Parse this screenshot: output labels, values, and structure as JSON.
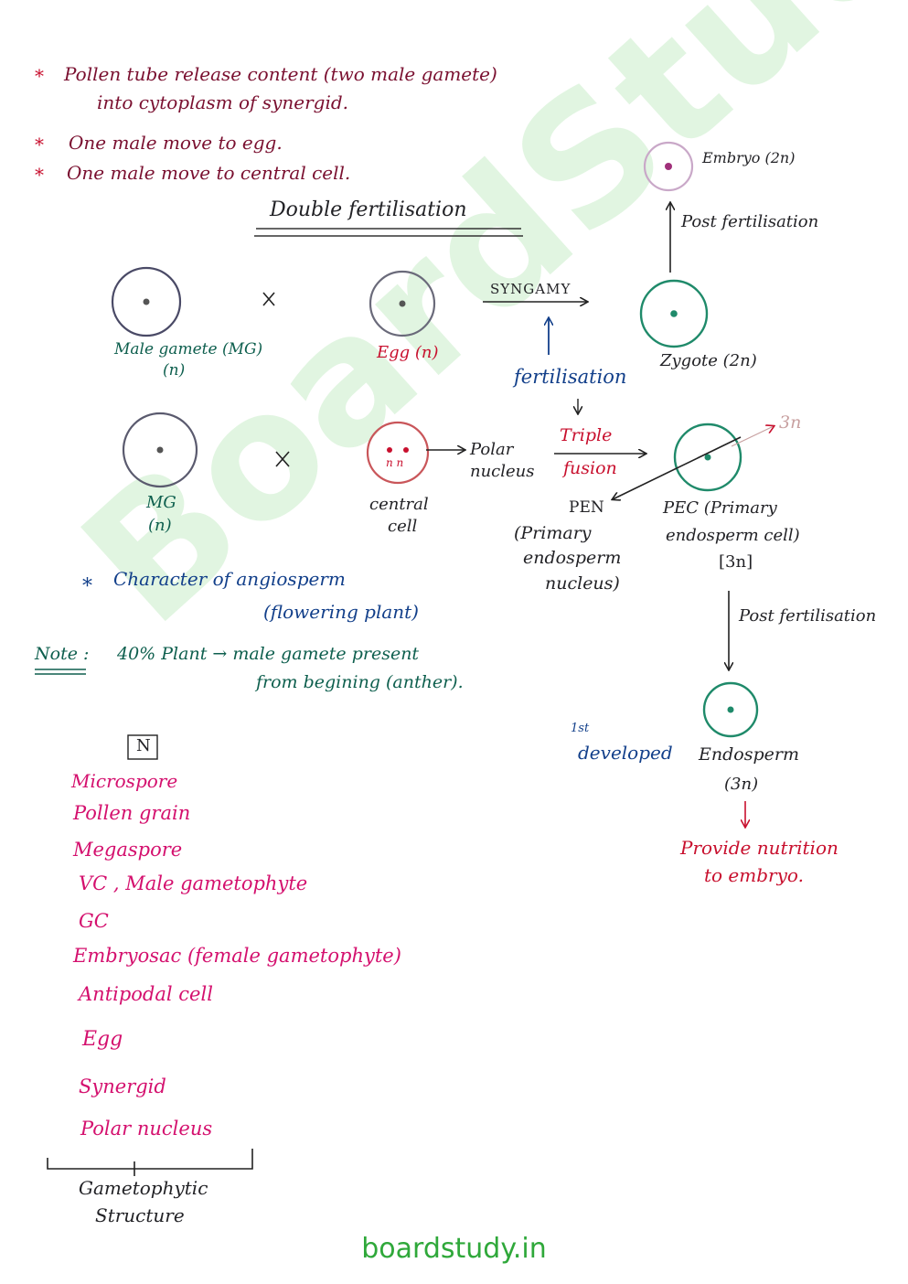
{
  "watermark": "BoardStudy",
  "footer_url": "boardstudy.in",
  "colors": {
    "maroon": "#7a1030",
    "green": "#0e5f4e",
    "red": "#c8102e",
    "blue": "#123f8a",
    "magenta": "#d4106e",
    "footer": "#2fa83a"
  },
  "bullets": [
    {
      "line1": "Pollen tube release content (two male gamete)",
      "line2": "into cytoplasm of synergid."
    },
    {
      "line1": "One male move to egg."
    },
    {
      "line1": "One male move to central cell."
    }
  ],
  "heading": "Double fertilisation",
  "cells": {
    "male_gamete": "Male gamete (MG)",
    "male_gamete_ploidy": "(n)",
    "egg": "Egg (n)",
    "zygote": "Zygote (2n)",
    "embryo": "Embryo (2n)",
    "mg2": "MG",
    "mg2_ploidy": "(n)",
    "central_cell_1": "central",
    "central_cell_2": "cell",
    "central_nuclei": "n n",
    "endosperm": "Endosperm",
    "endosperm_ploidy": "(3n)"
  },
  "arrows": {
    "syngamy": "SYNGAMY",
    "fertilisation": "fertilisation",
    "post_fertilisation_1": "Post fertilisation",
    "post_fertilisation_2": "Post fertilisation",
    "triple_1": "Triple",
    "triple_2": "fusion",
    "polar_1": "Polar",
    "polar_2": "nucleus",
    "three_n": "3n"
  },
  "pen": {
    "abbr": "PEN",
    "line1": "(Primary",
    "line2": "endosperm",
    "line3": "nucleus)"
  },
  "pec": {
    "line1": "PEC (Primary",
    "line2": "endosperm cell)",
    "line3": "[3n]"
  },
  "character": {
    "line1": "Character of angiosperm",
    "line2": "(flowering plant)"
  },
  "note": {
    "label": "Note :",
    "line1": "40% Plant → male gamete present",
    "line2": "from begining (anther)."
  },
  "first_developed": {
    "sup": "1st",
    "text": "developed"
  },
  "nutrition": {
    "line1": "Provide nutrition",
    "line2": "to embryo."
  },
  "n_box": "N",
  "structures": [
    "Microspore",
    "Pollen grain",
    "Megaspore",
    "VC , Male gametophyte",
    "GC",
    "Embryosac (female gametophyte)",
    "Antipodal cell",
    "Egg",
    "Synergid",
    "Polar nucleus"
  ],
  "gametophytic": {
    "line1": "Gametophytic",
    "line2": "Structure"
  }
}
